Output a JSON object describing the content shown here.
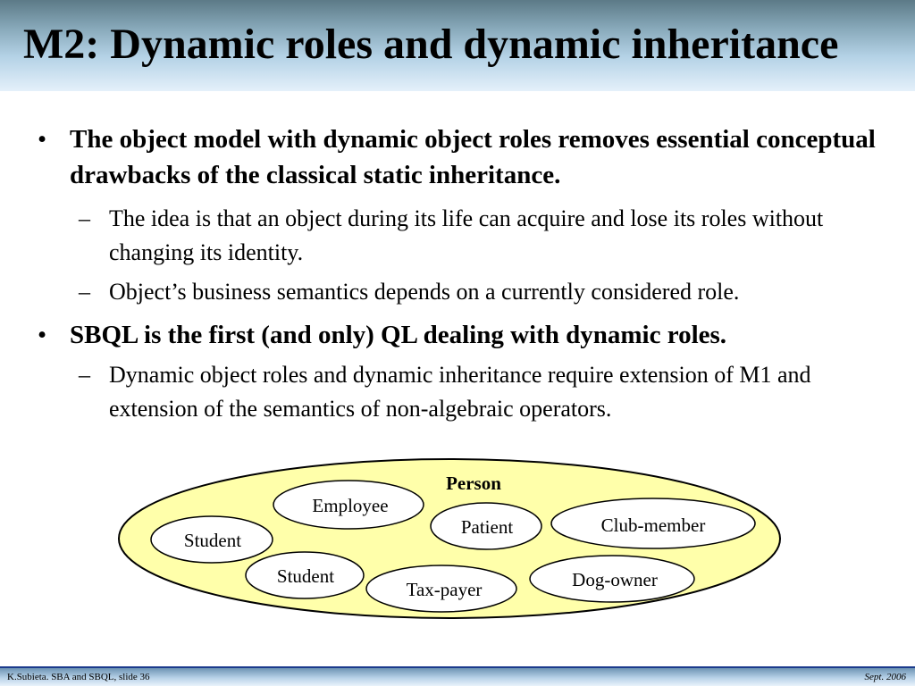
{
  "slide": {
    "title": "M2: Dynamic roles and dynamic inheritance"
  },
  "bullets": [
    {
      "text": "The object model with dynamic object roles removes essential conceptual drawbacks of the classical static inheritance.",
      "sub": [
        "The idea is that an object during its life can acquire and lose its roles without changing its identity.",
        "Object’s business semantics depends on a currently considered role."
      ]
    },
    {
      "text": "SBQL is the first (and only) QL dealing with dynamic roles.",
      "sub": [
        "Dynamic object roles and dynamic inheritance require extension of M1 and extension of the semantics of non-algebraic operators."
      ]
    }
  ],
  "markers": {
    "level1": "•",
    "level2": "–"
  },
  "diagram": {
    "container_label": "Person",
    "roles": [
      "Employee",
      "Patient",
      "Club-member",
      "Student",
      "Student",
      "Tax-payer",
      "Dog-owner"
    ],
    "colors": {
      "container_fill": "#ffffaa",
      "role_fill": "#ffffff",
      "stroke": "#000000"
    }
  },
  "footer": {
    "left": "K.Subieta. SBA and SBQL, slide 36",
    "right": "Sept. 2006"
  }
}
